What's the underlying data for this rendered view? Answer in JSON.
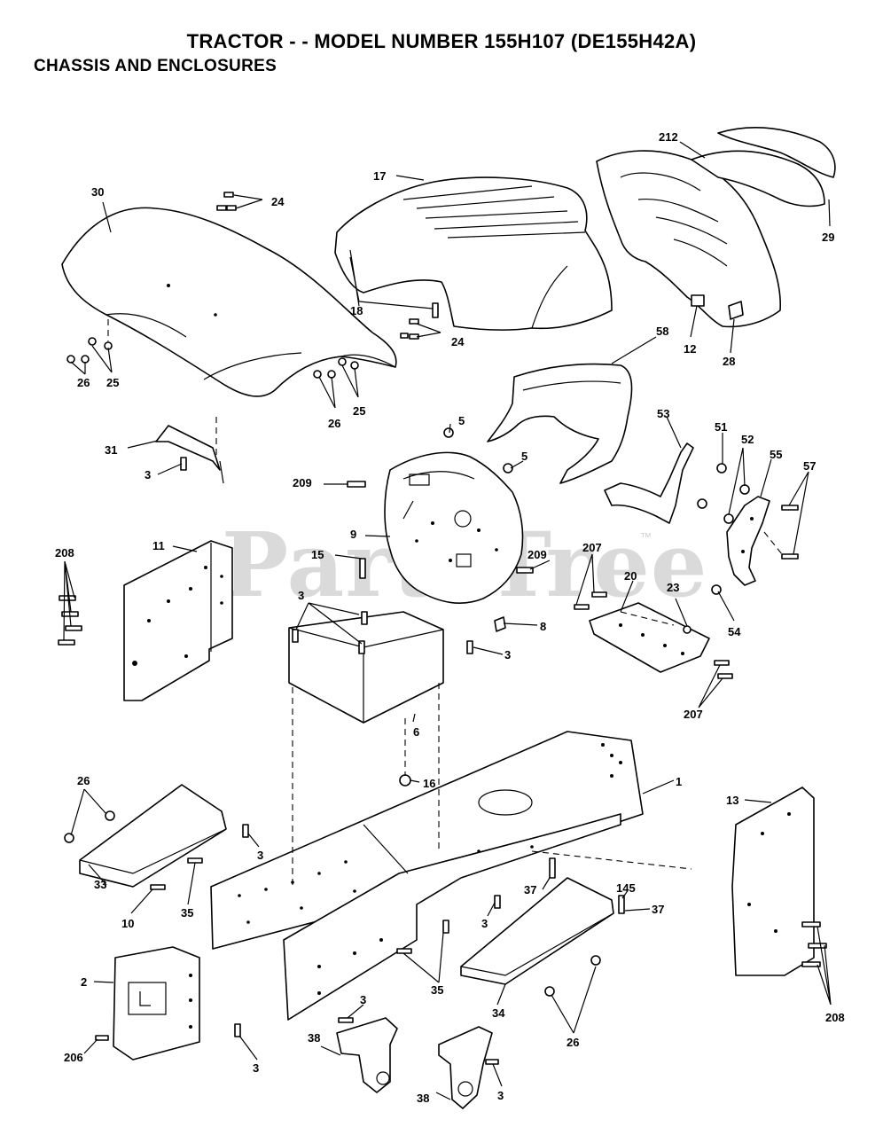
{
  "header": {
    "title": "TRACTOR - - MODEL NUMBER 155H107 (DE155H42A)",
    "subtitle": "CHASSIS AND ENCLOSURES"
  },
  "watermark": {
    "text": "PartsTree",
    "trademark": "™"
  },
  "callouts": {
    "c17": "17",
    "c212": "212",
    "c29": "29",
    "c30": "30",
    "c24a": "24",
    "c24b": "24",
    "c18": "18",
    "c12": "12",
    "c28": "28",
    "c58": "58",
    "c25a": "25",
    "c26a": "26",
    "c25b": "25",
    "c26b": "26",
    "c31": "31",
    "c3a": "3",
    "c5a": "5",
    "c5b": "5",
    "c209a": "209",
    "c53": "53",
    "c51": "51",
    "c52": "52",
    "c55": "55",
    "c57": "57",
    "c9": "9",
    "c11": "11",
    "c208a": "208",
    "c15": "15",
    "c209b": "209",
    "c207a": "207",
    "c20": "20",
    "c23": "23",
    "c54": "54",
    "c3b": "3",
    "c8": "8",
    "c3c": "3",
    "c207b": "207",
    "c6": "6",
    "c16": "16",
    "c1": "1",
    "c26c": "26",
    "c13": "13",
    "c3d": "3",
    "c33": "33",
    "c10": "10",
    "c35a": "35",
    "c37a": "37",
    "c145": "145",
    "c37b": "37",
    "c3e": "3",
    "c2": "2",
    "c35b": "35",
    "c34": "34",
    "c26d": "26",
    "c208b": "208",
    "c3f": "3",
    "c206": "206",
    "c3g": "3",
    "c38a": "38",
    "c38b": "38",
    "c3h": "3"
  }
}
